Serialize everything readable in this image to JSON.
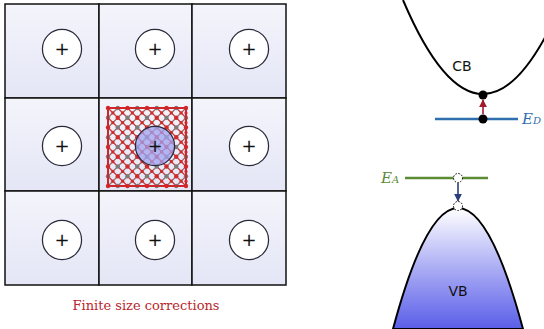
{
  "diagram": {
    "caption": "Finite size corrections",
    "nodes": [
      {
        "text": [
          "+"
        ]
      },
      {
        "text": [
          "+"
        ]
      },
      {
        "text": [
          "+"
        ]
      },
      {
        "text": [
          "+"
        ]
      },
      {
        "text": [
          "+"
        ]
      },
      {
        "text": [
          "+"
        ]
      },
      {
        "text": [
          "+"
        ]
      },
      {
        "text": [
          "+"
        ]
      },
      {
        "text": [
          "+"
        ]
      },
      {
        "text": [
          "CB"
        ]
      },
      {
        "text": [
          "VB"
        ]
      }
    ],
    "labels": [
      "ED",
      "EA"
    ]
  }
}
